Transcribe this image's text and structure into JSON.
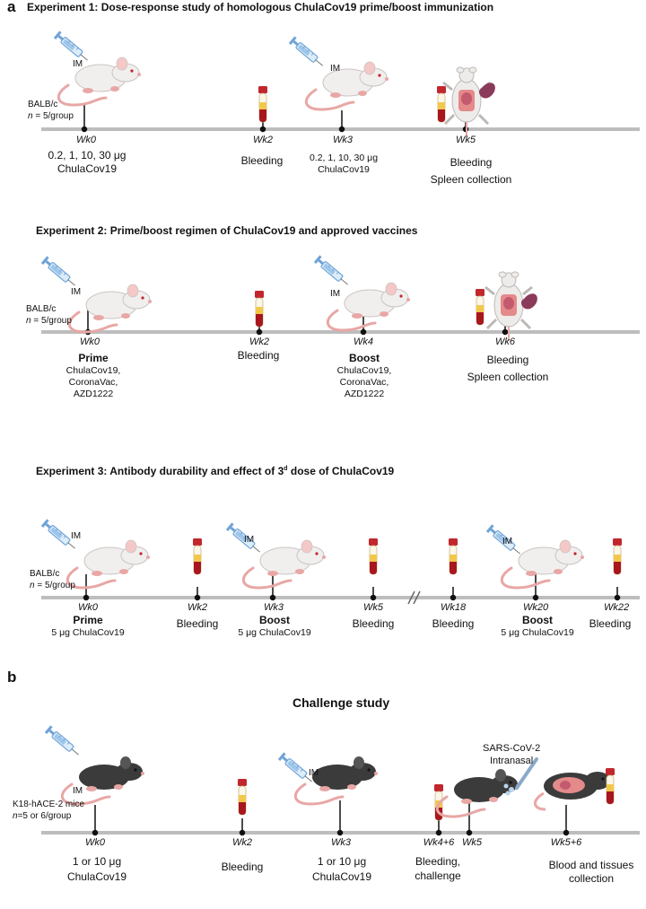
{
  "panel_a": "a",
  "panel_b": "b",
  "exp1": {
    "title": "Experiment 1: Dose-response study of homologous ChulaCov19 prime/boost immunization",
    "mouse": "BALB/c",
    "n_label": "n",
    "n_value": " = 5/group",
    "im": "IM",
    "points": [
      {
        "wk": "Wk0",
        "line1": "0.2, 1, 10, 30 μg",
        "line2": "ChulaCov19"
      },
      {
        "wk": "Wk2",
        "line1": "Bleeding",
        "line2": ""
      },
      {
        "wk": "Wk3",
        "line1": "0.2, 1, 10, 30 μg",
        "line2": "ChulaCov19"
      },
      {
        "wk": "Wk5",
        "line1": "Bleeding",
        "line2": "Spleen collection"
      }
    ]
  },
  "exp2": {
    "title": "Experiment 2: Prime/boost  regimen of ChulaCov19 and approved vaccines",
    "mouse": "BALB/c",
    "n_label": "n",
    "n_value": " = 5/group",
    "im": "IM",
    "points": [
      {
        "wk": "Wk0",
        "head": "Prime",
        "l1": "ChulaCov19,",
        "l2": "CoronaVac,",
        "l3": "AZD1222"
      },
      {
        "wk": "Wk2",
        "head": "",
        "l1": "Bleeding",
        "l2": "",
        "l3": ""
      },
      {
        "wk": "Wk4",
        "head": "Boost",
        "l1": "ChulaCov19,",
        "l2": "CoronaVac,",
        "l3": "AZD1222"
      },
      {
        "wk": "Wk6",
        "head": "",
        "l1": "Bleeding",
        "l2": "Spleen collection",
        "l3": ""
      }
    ]
  },
  "exp3": {
    "title_main": "Experiment 3: Antibody durability and effect of 3",
    "title_sup": "d",
    "title_end": " dose of ChulaCov19",
    "mouse": "BALB/c",
    "n_label": "n",
    "n_value": " = 5/group",
    "im": "IM",
    "points": [
      {
        "wk": "Wk0",
        "head": "Prime",
        "sub": "5 μg ChulaCov19"
      },
      {
        "wk": "Wk2",
        "head": "",
        "sub": "Bleeding"
      },
      {
        "wk": "Wk3",
        "head": "Boost",
        "sub": "5 μg ChulaCov19"
      },
      {
        "wk": "Wk5",
        "head": "",
        "sub": "Bleeding"
      },
      {
        "wk": "Wk18",
        "head": "",
        "sub": "Bleeding"
      },
      {
        "wk": "Wk20",
        "head": "Boost",
        "sub": "5 μg ChulaCov19"
      },
      {
        "wk": "Wk22",
        "head": "",
        "sub": "Bleeding"
      }
    ]
  },
  "challenge": {
    "title": "Challenge study",
    "mouse": "K18-hACE-2 mice",
    "n_label": "n",
    "n_value": "=5 or 6/group",
    "im": "IM",
    "virus_line1": "SARS-CoV-2",
    "virus_line2": "Intranasal",
    "points": [
      {
        "wk": "Wk0",
        "l1": "1 or 10 μg",
        "l2": "ChulaCov19"
      },
      {
        "wk": "Wk2",
        "l1": "Bleeding",
        "l2": ""
      },
      {
        "wk": "Wk3",
        "l1": "1 or 10 μg",
        "l2": "ChulaCov19"
      },
      {
        "wk": "Wk4+6",
        "l1": "Bleeding,",
        "l2": "challenge"
      },
      {
        "wk": "Wk5",
        "l1": "",
        "l2": ""
      },
      {
        "wk": "Wk5+6",
        "l1": "Blood and tissues",
        "l2": "collection"
      }
    ]
  },
  "colors": {
    "timeline": "#bdbdbd",
    "white_mouse": "#f1efee",
    "black_mouse": "#3b3b3b",
    "tail": "#e8a7a5",
    "blood": "#c0272d",
    "tube_cap": "#c1272d",
    "syringe": "#6fa3d8",
    "spleen": "#8b3b5a"
  }
}
